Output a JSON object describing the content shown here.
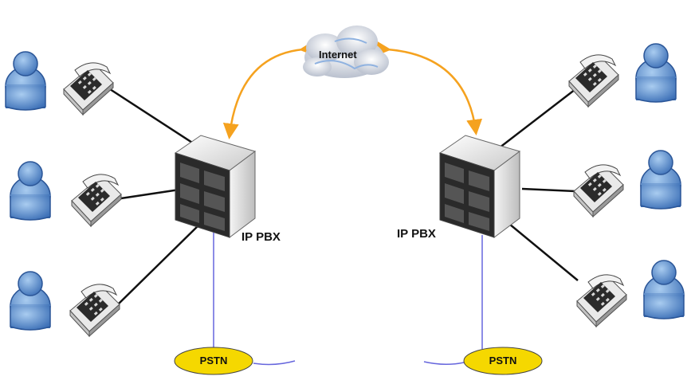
{
  "labels": {
    "internet": "Internet",
    "pbx_left": "IP PBX",
    "pbx_right": "IP PBX",
    "pstn_left": "PSTN",
    "pstn_right": "PSTN"
  },
  "colors": {
    "link_internet": "#f5a21f",
    "link_pstn": "#6666dd",
    "link_phone": "#111111",
    "user_body": "#4f83c9",
    "user_light": "#9cc0ea",
    "pstn_fill": "#f5d800",
    "cloud": "#d9dde6"
  },
  "icons": [
    "user-icon",
    "telephone-icon",
    "pbx-server-icon",
    "cloud-icon"
  ]
}
